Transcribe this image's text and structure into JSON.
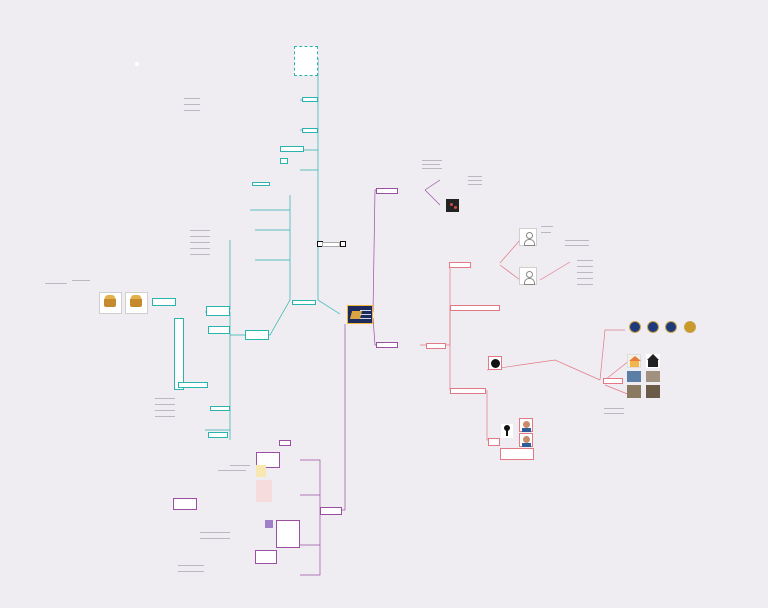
{
  "canvas": {
    "background_color": "#efedf2",
    "branch_colors": {
      "teal": "#2bb3ad",
      "purple": "#9a4fa3",
      "red": "#e27a86",
      "gold": "#f2b33a",
      "navy": "#1c2a5c"
    }
  },
  "central_node": {
    "icon": "treasure-image"
  },
  "branches": [
    {
      "name": "teal-branch",
      "color": "teal"
    },
    {
      "name": "purple-branch",
      "color": "purple"
    },
    {
      "name": "red-branch",
      "color": "red"
    }
  ],
  "icons": [
    "treasure-chest-icon",
    "person-outline-icon",
    "planet-icon",
    "house-icon",
    "portrait-icon",
    "silhouette-icon",
    "pencil-icon"
  ]
}
